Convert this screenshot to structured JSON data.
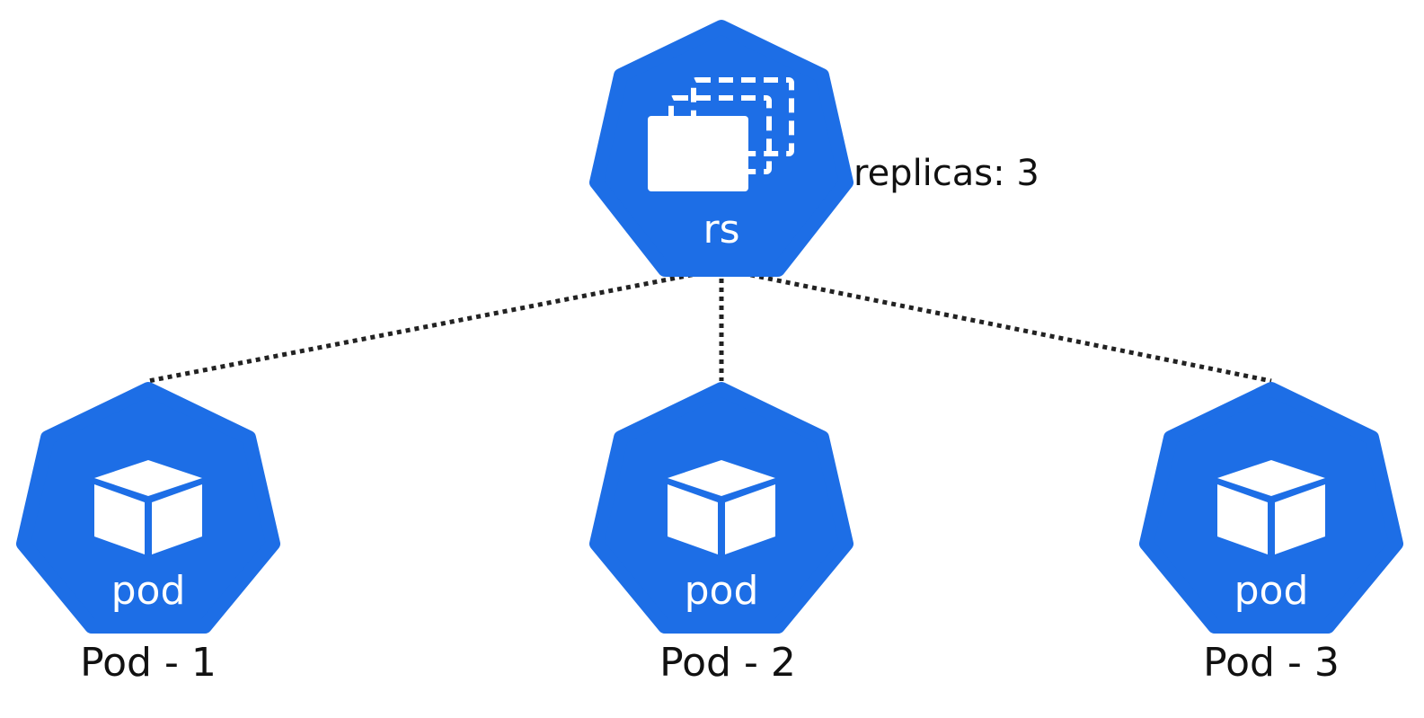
{
  "colors": {
    "node_fill": "#1d6ee6",
    "icon": "#ffffff",
    "connector": "#222222",
    "text": "#111111"
  },
  "replicaset": {
    "icon": "replicaset-stack-icon",
    "label": "rs",
    "replicas_text": "replicas: 3"
  },
  "pods": [
    {
      "icon": "pod-cube-icon",
      "label": "pod",
      "caption": "Pod - 1"
    },
    {
      "icon": "pod-cube-icon",
      "label": "pod",
      "caption": "Pod - 2"
    },
    {
      "icon": "pod-cube-icon",
      "label": "pod",
      "caption": "Pod - 3"
    }
  ]
}
